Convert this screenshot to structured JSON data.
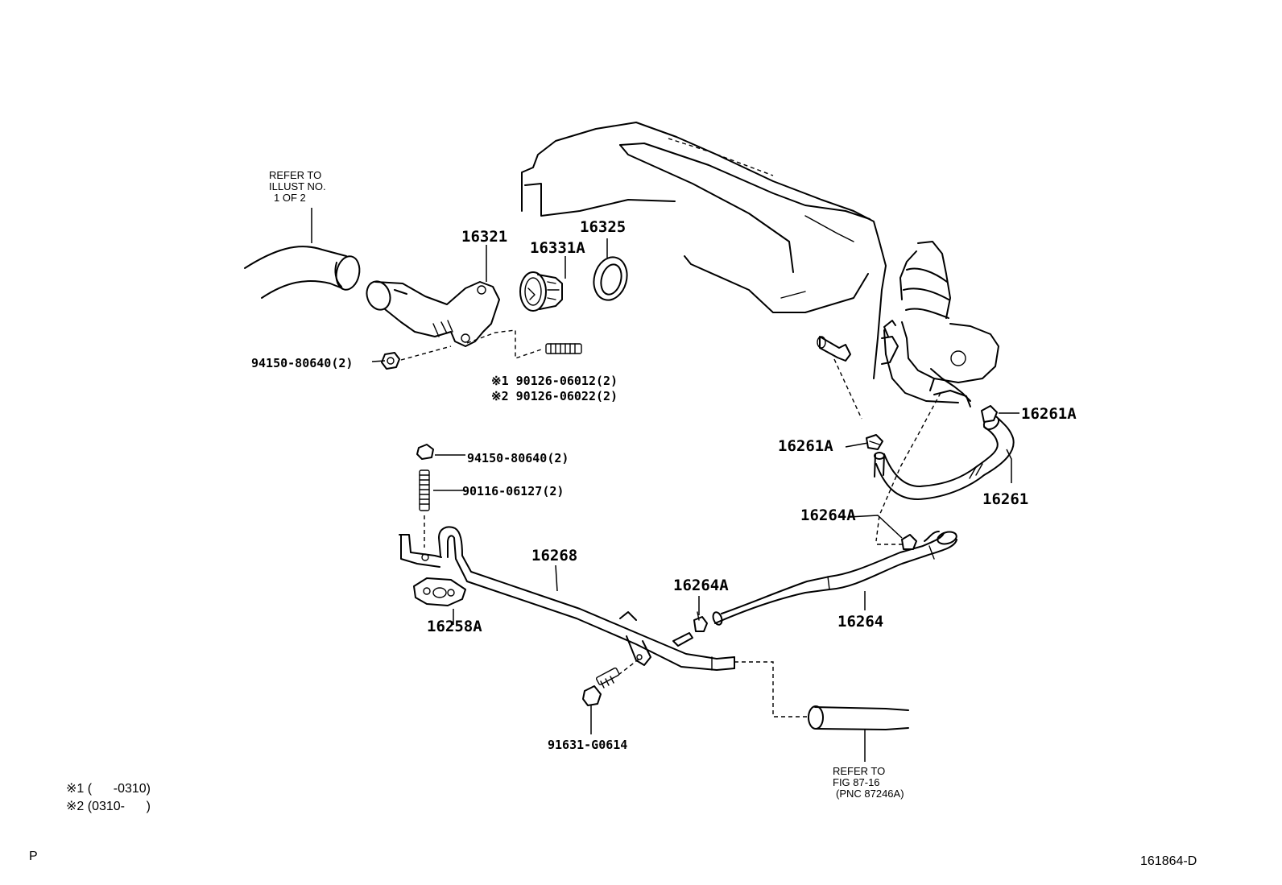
{
  "callouts": {
    "refer_illust": [
      "REFER TO",
      "ILLUST NO.",
      "1 OF 2"
    ],
    "refer_fig": [
      "REFER TO",
      "FIG 87-16",
      "(PNC 87246A)"
    ],
    "p16321": "16321",
    "p16325": "16325",
    "p16331a": "16331A",
    "p94150_top": "94150-80640(2)",
    "p90126_a": "※1 90126-06012(2)",
    "p90126_b": "※2 90126-06022(2)",
    "p16261a_right": "16261A",
    "p16261a_left": "16261A",
    "p16261": "16261",
    "p94150_mid": "94150-80640(2)",
    "p90116": "90116-06127(2)",
    "p16264a_upper": "16264A",
    "p16268": "16268",
    "p16264a_lower": "16264A",
    "p16258a": "16258A",
    "p16264": "16264",
    "p91631": "91631-G0614"
  },
  "legend": {
    "line1": "※1 (      -0310)",
    "line2": "※2 (0310-      )"
  },
  "footer": {
    "left_mark": "P",
    "figure_id": "161864-D"
  }
}
